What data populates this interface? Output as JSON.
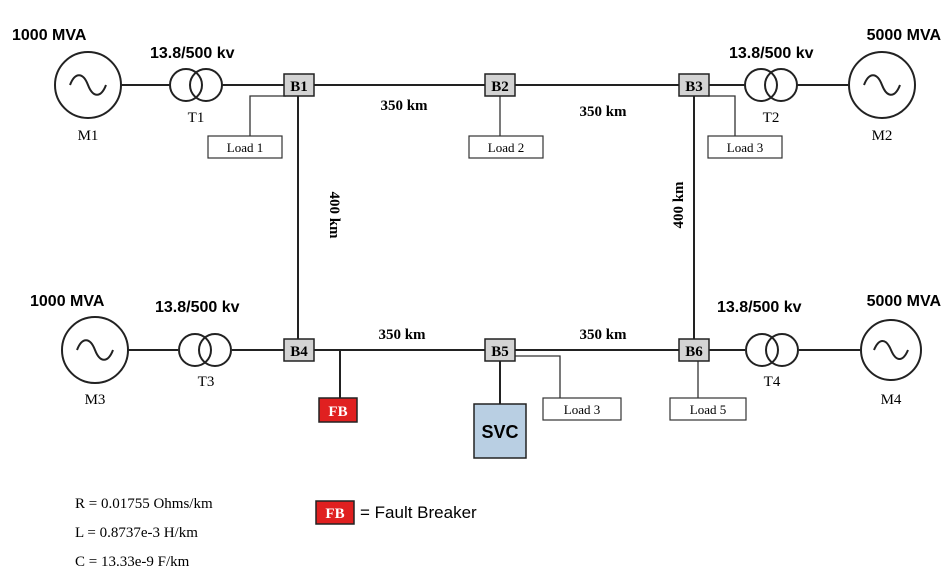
{
  "colors": {
    "bus_fill": "#d3d3d3",
    "fault_breaker_fill": "#e02020",
    "svc_fill": "#b9cfe3",
    "line": "#222222"
  },
  "generators": {
    "m1": {
      "label": "M1",
      "rating": "1000 MVA"
    },
    "m2": {
      "label": "M2",
      "rating": "5000 MVA"
    },
    "m3": {
      "label": "M3",
      "rating": "1000 MVA"
    },
    "m4": {
      "label": "M4",
      "rating": "5000 MVA"
    }
  },
  "transformers": {
    "t1": {
      "label": "T1",
      "rating": "13.8/500 kv"
    },
    "t2": {
      "label": "T2",
      "rating": "13.8/500 kv"
    },
    "t3": {
      "label": "T3",
      "rating": "13.8/500 kv"
    },
    "t4": {
      "label": "T4",
      "rating": "13.8/500 kv"
    }
  },
  "buses": {
    "b1": "B1",
    "b2": "B2",
    "b3": "B3",
    "b4": "B4",
    "b5": "B5",
    "b6": "B6"
  },
  "loads": {
    "load1": "Load 1",
    "load2": "Load 2",
    "load3_top": "Load 3",
    "load3_bottom": "Load 3",
    "load5": "Load 5"
  },
  "lines": {
    "b1_b2": "350 km",
    "b2_b3": "350 km",
    "b4_b5": "350 km",
    "b5_b6": "350 km",
    "b1_b4": "400 km",
    "b3_b6": "400 km"
  },
  "devices": {
    "fault_breaker": "FB",
    "svc": "SVC"
  },
  "legend": {
    "fb_symbol": "FB",
    "fb_text": "= Fault Breaker"
  },
  "parameters": {
    "r": "R = 0.01755 Ohms/km",
    "l": "L = 0.8737e-3 H/km",
    "c": "C = 13.33e-9 F/km"
  }
}
